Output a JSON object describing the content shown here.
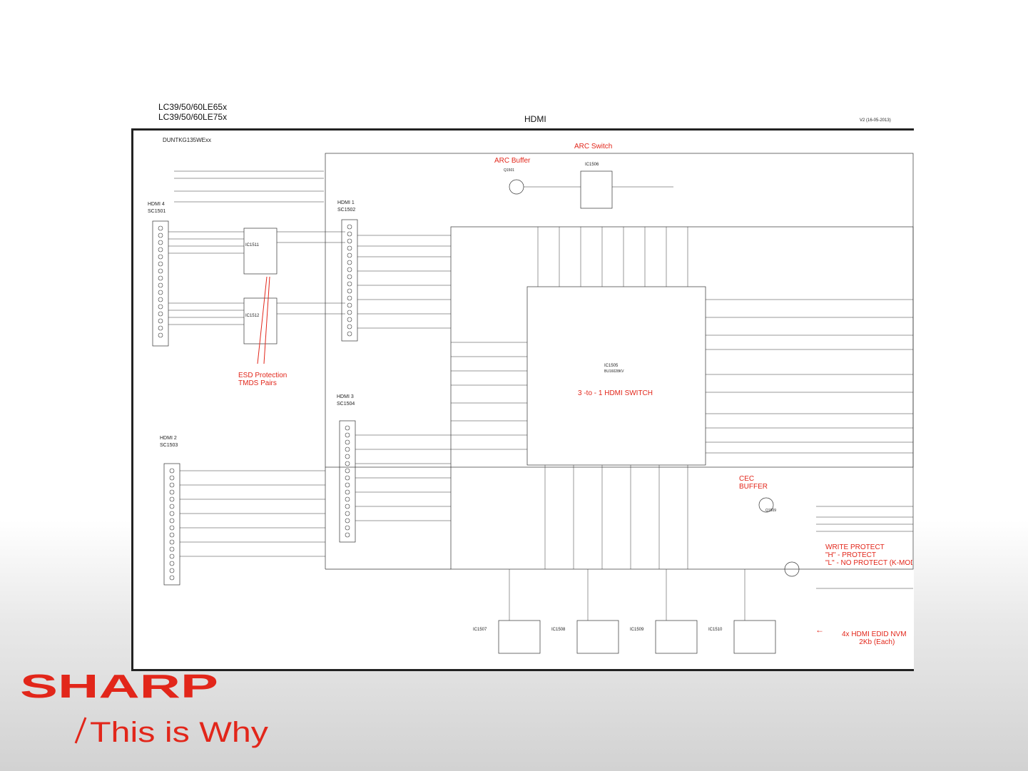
{
  "header": {
    "model_line_1": "LC39/50/60LE65x",
    "model_line_2": "LC39/50/60LE75x",
    "sheet_title": "HDMI",
    "revision": "V2 (16-05-2013)",
    "board_code": "DUNTKG135WExx"
  },
  "blocks": {
    "hdmi4": {
      "title": "HDMI 4",
      "connector": "SC1501"
    },
    "hdmi1": {
      "title": "HDMI 1",
      "connector": "SC1502"
    },
    "hdmi3": {
      "title": "HDMI 3",
      "connector": "SC1504"
    },
    "hdmi2": {
      "title": "HDMI 2",
      "connector": "SC1503"
    },
    "ic1511": "IC1511",
    "ic1512": "IC1512",
    "ic1505": "IC1505",
    "ic1505_part": "BU16028KV",
    "ic1506": "IC1506",
    "q1501": "Q1501",
    "q1509": "Q1509",
    "eeproms": [
      "IC1507",
      "IC1508",
      "IC1509",
      "IC1510"
    ]
  },
  "annotations": {
    "arc_buffer": "ARC Buffer",
    "arc_switch": "ARC Switch",
    "esd_1": "ESD Protection",
    "esd_2": "TMDS Pairs",
    "hdmi_switch": "3 -to - 1 HDMI SWITCH",
    "cec_1": "CEC",
    "cec_2": "BUFFER",
    "wp_1": "WRITE PROTECT",
    "wp_2": "\"H\" - PROTECT",
    "wp_3": "\"L\" - NO PROTECT (K-MODE)",
    "edid_arrow": "←",
    "edid_1": "4x HDMI EDID NVM",
    "edid_2": "2Kb (Each)"
  },
  "brand": {
    "logo": "SHARP",
    "tagline": "This is Why",
    "color": "#e2261a"
  }
}
